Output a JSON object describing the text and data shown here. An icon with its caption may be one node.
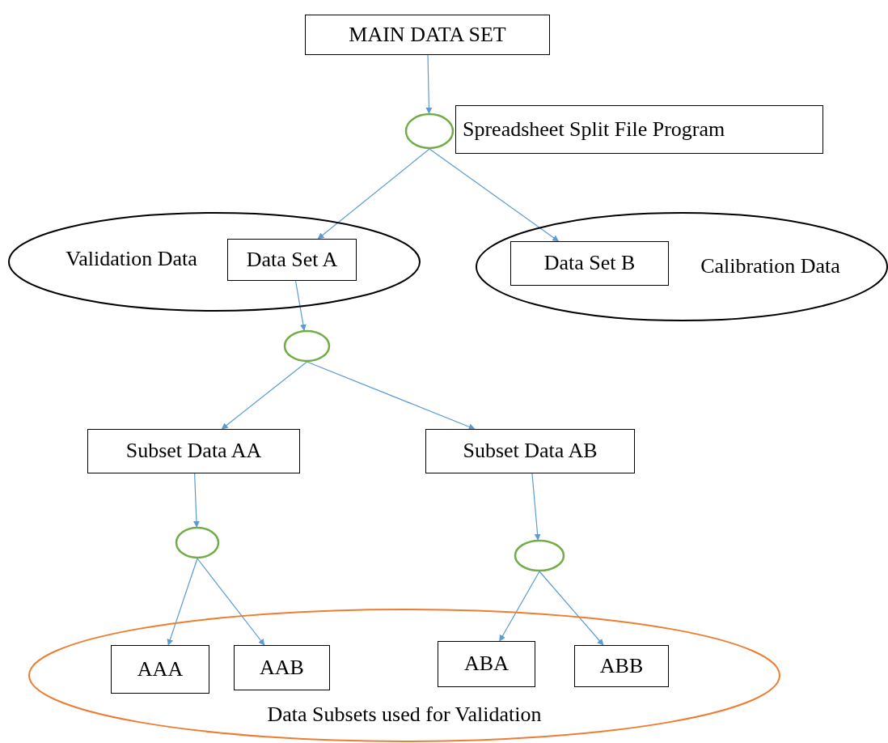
{
  "diagram": {
    "nodes": [
      {
        "text": [
          "MAIN DATA SET"
        ]
      },
      {
        "text": [],
        "shape": "circle"
      },
      {
        "text": [
          "Spreadsheet Split File Program"
        ]
      },
      {
        "text": [
          "Validation Data"
        ]
      },
      {
        "text": [
          "Data Set A"
        ],
        "in": 3
      },
      {
        "text": [
          "Calibration Data"
        ]
      },
      {
        "text": [
          "Data Set B"
        ],
        "in": 5
      },
      {
        "text": [],
        "shape": "circle"
      },
      {
        "text": [
          "Subset Data AA"
        ]
      },
      {
        "text": [
          "Subset Data AB"
        ]
      },
      {
        "text": [],
        "shape": "circle"
      },
      {
        "text": [],
        "shape": "circle"
      },
      {
        "text": [
          "Data Subsets used for Validation"
        ]
      },
      {
        "text": [
          "AAA"
        ],
        "in": 12
      },
      {
        "text": [
          "AAB"
        ],
        "in": 12
      },
      {
        "text": [
          "ABA"
        ],
        "in": 12
      },
      {
        "text": [
          "ABB"
        ],
        "in": 12
      }
    ],
    "edges": [
      {
        "from": 0,
        "to": 1,
        "arrow": "to"
      },
      {
        "from": 1,
        "to": 4,
        "arrow": "to"
      },
      {
        "from": 1,
        "to": 6,
        "arrow": "to"
      },
      {
        "from": 4,
        "to": 7,
        "arrow": "to"
      },
      {
        "from": 7,
        "to": 8,
        "arrow": "to"
      },
      {
        "from": 7,
        "to": 9,
        "arrow": "to"
      },
      {
        "from": 8,
        "to": 10,
        "arrow": "to"
      },
      {
        "from": 9,
        "to": 11,
        "arrow": "to"
      },
      {
        "from": 10,
        "to": 13,
        "arrow": "to"
      },
      {
        "from": 10,
        "to": 14,
        "arrow": "to"
      },
      {
        "from": 11,
        "to": 15,
        "arrow": "to"
      },
      {
        "from": 11,
        "to": 16,
        "arrow": "to"
      }
    ]
  }
}
